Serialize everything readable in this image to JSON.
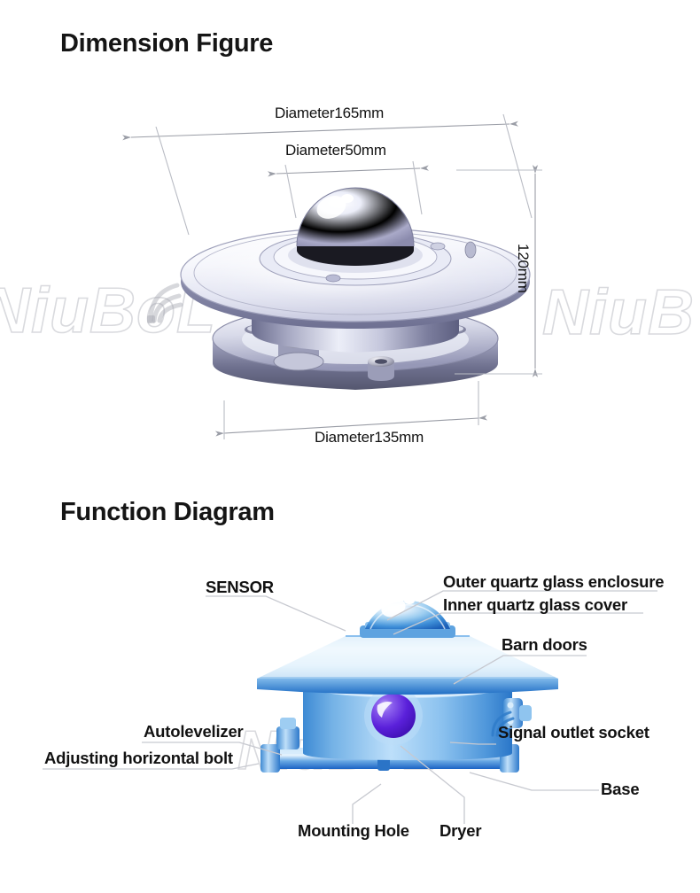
{
  "page": {
    "background": "#ffffff",
    "product": "pyranometer / solar radiation sensor",
    "watermark_text": "NiuBoL",
    "watermark_text_right": "NiuB"
  },
  "sections": [
    {
      "id": "dimension",
      "title": "Dimension Figure"
    },
    {
      "id": "function",
      "title": "Function Diagram"
    }
  ],
  "dimension_figure": {
    "title": "Dimension Figure",
    "labels": {
      "outer_diameter": "Diameter165mm",
      "dome_diameter": "Diameter50mm",
      "base_diameter": "Diameter135mm",
      "height": "120mm"
    },
    "line_color": "#b9bcc4"
  },
  "function_diagram": {
    "title": "Function Diagram",
    "callouts": [
      {
        "key": "sensor",
        "label": "SENSOR"
      },
      {
        "key": "outer_glass",
        "label": "Outer quartz glass enclosure"
      },
      {
        "key": "inner_glass",
        "label": "Inner quartz glass cover"
      },
      {
        "key": "barn_doors",
        "label": "Barn doors"
      },
      {
        "key": "autolevelizer",
        "label": "Autolevelizer"
      },
      {
        "key": "adjusting_bolt",
        "label": "Adjusting horizontal bolt"
      },
      {
        "key": "signal_socket",
        "label": "Signal outlet socket"
      },
      {
        "key": "base",
        "label": "Base"
      },
      {
        "key": "mounting_hole",
        "label": "Mounting Hole"
      },
      {
        "key": "dryer",
        "label": "Dryer"
      }
    ],
    "colors": {
      "body_blue": "#5fa8e0",
      "body_blue_dark": "#1b63c4",
      "body_blue_light": "#cfe6f8",
      "dryer_purple": "#5a1ed6",
      "leader_line": "#c7c9d0"
    }
  }
}
